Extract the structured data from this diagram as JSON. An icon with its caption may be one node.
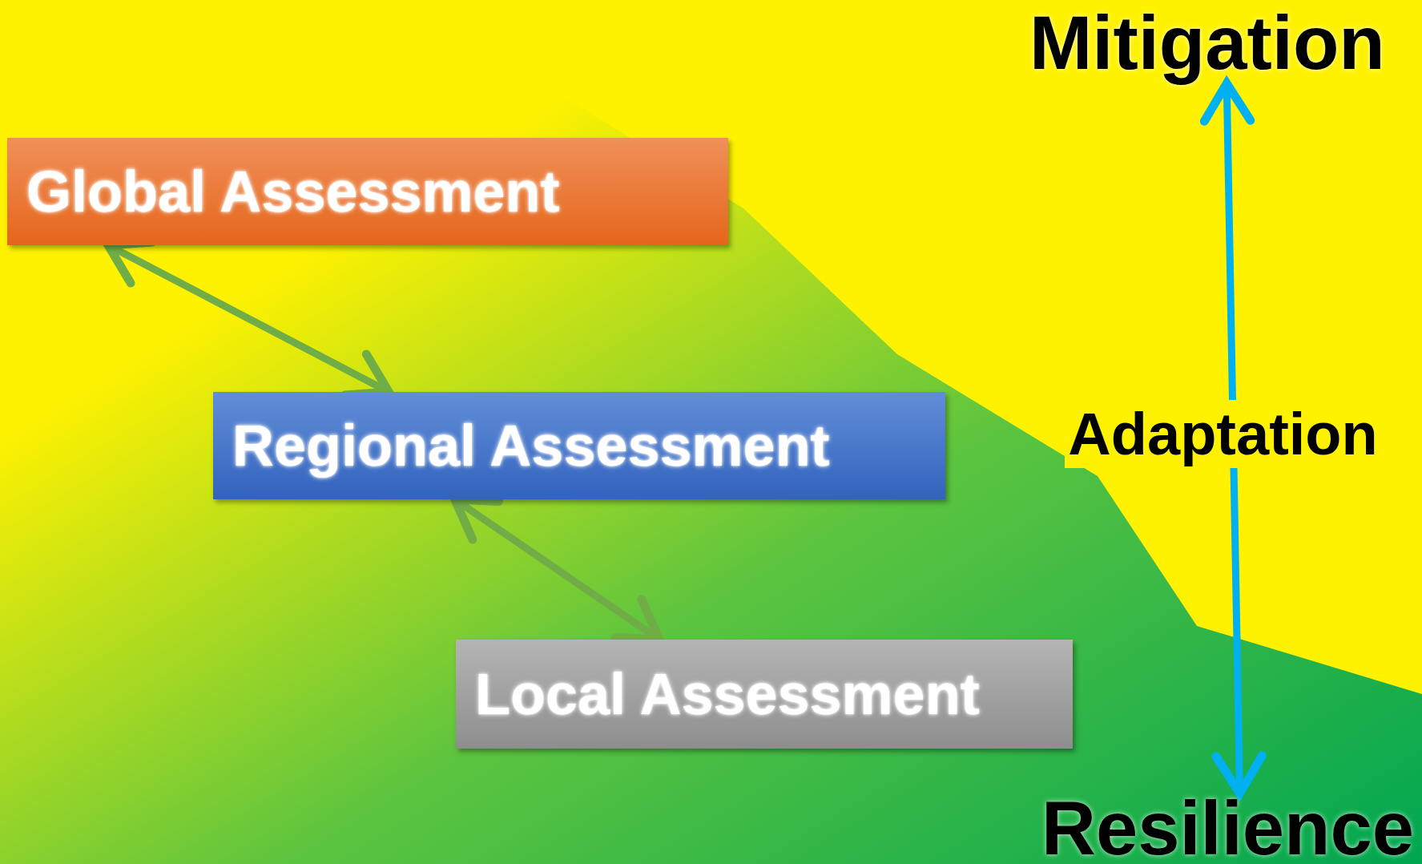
{
  "diagram": {
    "nodes": [
      {
        "text": [
          "Global Assessment"
        ]
      },
      {
        "text": [
          "Regional Assessment"
        ]
      },
      {
        "text": [
          "Local Assessment"
        ]
      },
      {
        "text": [
          "Mitigation"
        ]
      },
      {
        "text": [
          "Resilience"
        ]
      }
    ],
    "edges": [
      {
        "from": 0,
        "to": 1,
        "arrow": "both"
      },
      {
        "from": 1,
        "to": 2,
        "arrow": "both"
      },
      {
        "from": 3,
        "to": 4,
        "arrow": "both",
        "label": "Adaptation",
        "color": "#00b0f0"
      }
    ]
  }
}
